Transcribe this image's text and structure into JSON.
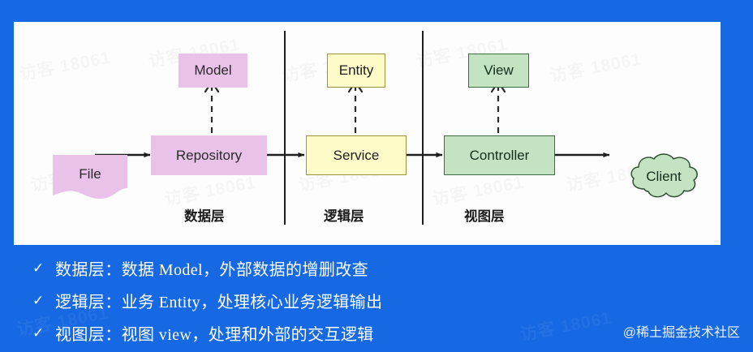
{
  "background_color": "#1668e3",
  "panel": {
    "background_color": "#fdfdfd"
  },
  "diagram": {
    "nodes": [
      {
        "id": "file",
        "label": "File",
        "shape": "document",
        "fill": "#e8c2e8",
        "stroke": "none"
      },
      {
        "id": "repository",
        "label": "Repository",
        "shape": "rect",
        "fill": "#e8c2e8",
        "stroke": "none"
      },
      {
        "id": "model",
        "label": "Model",
        "shape": "rect",
        "fill": "#e8c2e8",
        "stroke": "none"
      },
      {
        "id": "service",
        "label": "Service",
        "shape": "rect",
        "fill": "#fdfbc8",
        "stroke": "#9a9340"
      },
      {
        "id": "entity",
        "label": "Entity",
        "shape": "rect",
        "fill": "#fdfbc8",
        "stroke": "#9a9340"
      },
      {
        "id": "controller",
        "label": "Controller",
        "shape": "rect",
        "fill": "#c3e3c3",
        "stroke": "#3f6b42"
      },
      {
        "id": "view",
        "label": "View",
        "shape": "rect",
        "fill": "#c3e3c3",
        "stroke": "#3f6b42"
      },
      {
        "id": "client",
        "label": "Client",
        "shape": "cloud",
        "fill": "#c3e3c3",
        "stroke": "#2d4f30"
      }
    ],
    "layers": [
      {
        "id": "data",
        "caption": "数据层"
      },
      {
        "id": "logic",
        "caption": "逻辑层"
      },
      {
        "id": "view",
        "caption": "视图层"
      }
    ]
  },
  "bullets": [
    {
      "check": "✓",
      "text": "数据层：数据 Model，外部数据的增删改查"
    },
    {
      "check": "✓",
      "text": "逻辑层：业务 Entity，处理核心业务逻辑输出"
    },
    {
      "check": "✓",
      "text": "视图层：视图 view，处理和外部的交互逻辑"
    }
  ],
  "watermarks": {
    "tile": "访客 18061",
    "community": "@稀土掘金技术社区"
  }
}
